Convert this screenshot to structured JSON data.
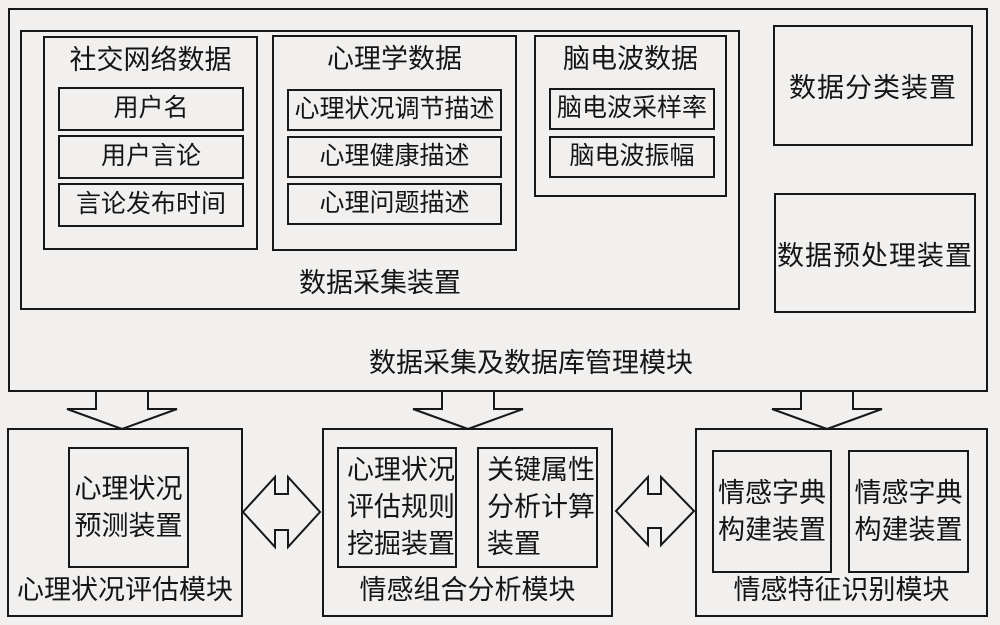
{
  "colors": {
    "ink": "#181818",
    "paper": "#f1f0ee"
  },
  "top_module": {
    "label": "数据采集及数据库管理模块",
    "collection_device": {
      "label": "数据采集装置",
      "groups": [
        {
          "title": "社交网络数据",
          "fields": [
            "用户名",
            "用户言论",
            "言论发布时间"
          ]
        },
        {
          "title": "心理学数据",
          "fields": [
            "心理状况调节描述",
            "心理健康描述",
            "心理问题描述"
          ]
        },
        {
          "title": "脑电波数据",
          "fields": [
            "脑电波采样率",
            "脑电波振幅"
          ]
        }
      ]
    },
    "side_devices": [
      "数据分类装置",
      "数据预处理装置"
    ]
  },
  "bottom_modules": [
    {
      "label": "心理状况评估模块",
      "devices": [
        "心理状况\n预测装置"
      ]
    },
    {
      "label": "情感组合分析模块",
      "devices": [
        "心理状况\n评估规则\n挖掘装置",
        "关键属性\n分析计算\n装置"
      ]
    },
    {
      "label": "情感特征识别模块",
      "devices": [
        "情感字典\n构建装置",
        "情感字典\n构建装置"
      ]
    }
  ],
  "icons": {
    "down_arrows": 3,
    "double_arrows": 2
  }
}
